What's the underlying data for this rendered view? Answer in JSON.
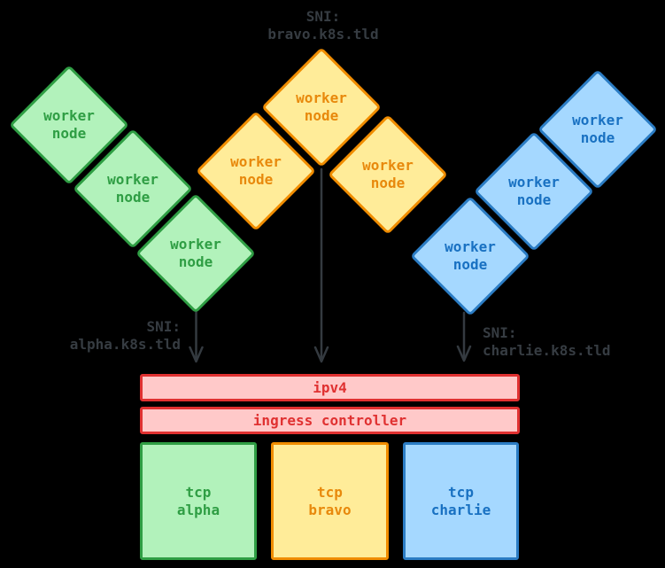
{
  "canvas": {
    "background": "#000000"
  },
  "palette": {
    "green": {
      "fill": "#b2f2bb",
      "stroke": "#2f9e44",
      "text": "#2f9e44"
    },
    "orange": {
      "fill": "#ffec99",
      "stroke": "#f08c00",
      "text": "#e8890c"
    },
    "blue": {
      "fill": "#a5d8ff",
      "stroke": "#2b7cc4",
      "text": "#1971c2"
    },
    "red": {
      "fill": "#ffc9c9",
      "stroke": "#e03131",
      "text": "#e03131"
    },
    "annotation_text": "#363c42",
    "arrow": "#343a40"
  },
  "sni_labels": {
    "bravo": {
      "line1": "SNI:",
      "line2": "bravo.k8s.tld"
    },
    "alpha": {
      "line1": "SNI:",
      "line2": "alpha.k8s.tld"
    },
    "charlie": {
      "line1": "SNI:",
      "line2": "charlie.k8s.tld"
    }
  },
  "clusters": {
    "alpha": {
      "color": "green",
      "nodes": [
        {
          "line1": "worker",
          "line2": "node"
        },
        {
          "line1": "worker",
          "line2": "node"
        },
        {
          "line1": "worker",
          "line2": "node"
        }
      ]
    },
    "bravo": {
      "color": "orange",
      "nodes": [
        {
          "line1": "worker",
          "line2": "node"
        },
        {
          "line1": "worker",
          "line2": "node"
        },
        {
          "line1": "worker",
          "line2": "node"
        }
      ]
    },
    "charlie": {
      "color": "blue",
      "nodes": [
        {
          "line1": "worker",
          "line2": "node"
        },
        {
          "line1": "worker",
          "line2": "node"
        },
        {
          "line1": "worker",
          "line2": "node"
        }
      ]
    }
  },
  "ingress": {
    "ipv4_label": "ipv4",
    "controller_label": "ingress controller",
    "services": [
      {
        "line1": "tcp",
        "line2": "alpha",
        "color": "green"
      },
      {
        "line1": "tcp",
        "line2": "bravo",
        "color": "orange"
      },
      {
        "line1": "tcp",
        "line2": "charlie",
        "color": "blue"
      }
    ]
  }
}
